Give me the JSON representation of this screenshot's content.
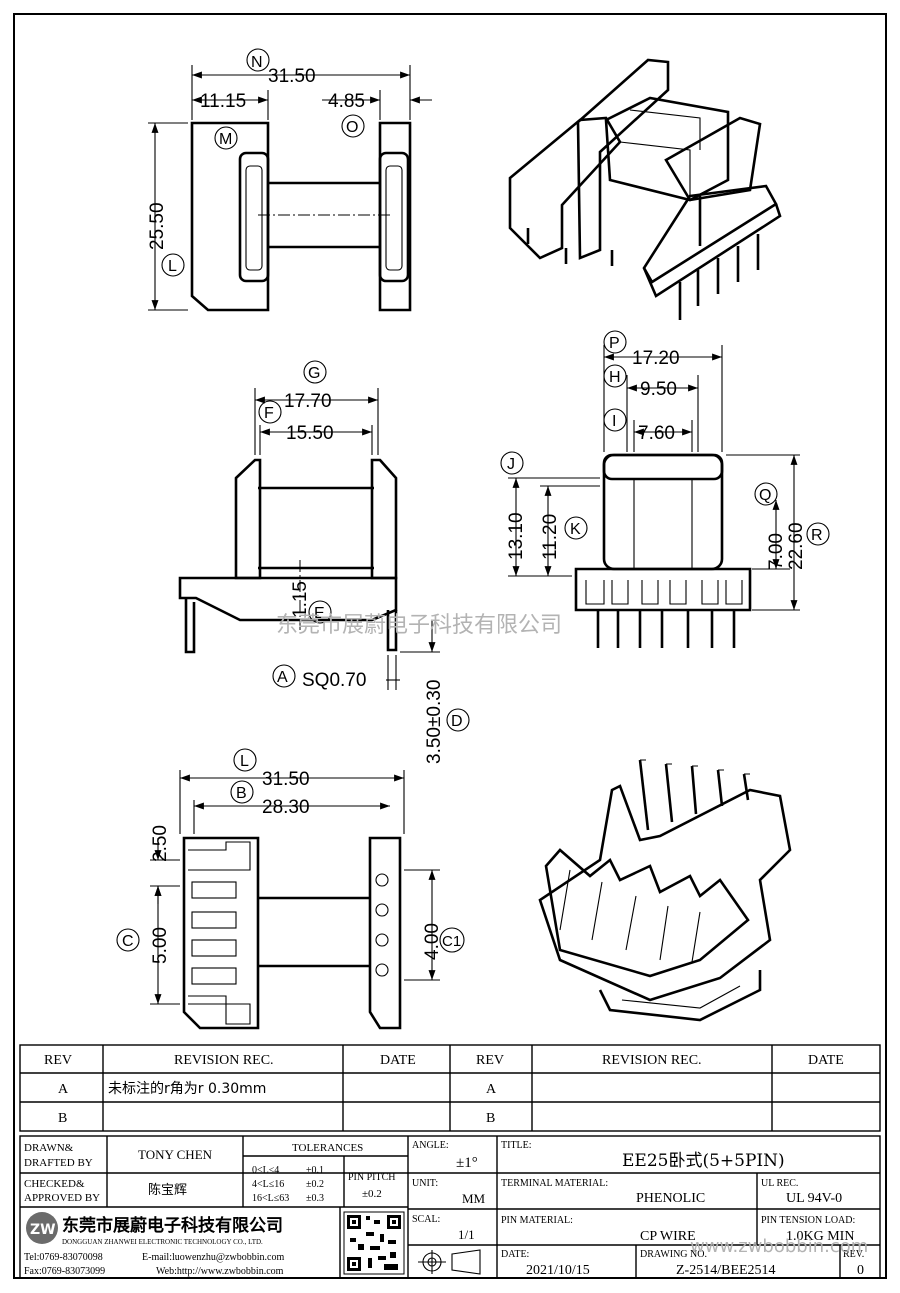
{
  "drawing": {
    "callouts": {
      "N": "N",
      "M": "M",
      "O": "O",
      "L_top": "L",
      "G": "G",
      "F": "F",
      "E": "E",
      "A": "A",
      "D": "D",
      "P": "P",
      "H": "H",
      "I": "I",
      "J": "J",
      "K": "K",
      "Q": "Q",
      "R": "R",
      "L_bottom": "L",
      "B": "B",
      "C": "C",
      "C1": "C1"
    },
    "dims": {
      "N": "31.50",
      "M": "11.15",
      "O": "4.85",
      "L_top": "25.50",
      "G": "17.70",
      "F": "15.50",
      "E": "1.15",
      "A": "SQ0.70",
      "D": "3.50±0.30",
      "P": "17.20",
      "H": "9.50",
      "I": "7.60",
      "J": "13.10",
      "K": "11.20",
      "Q": "7.00",
      "R": "22.60",
      "L_bottom": "31.50",
      "B": "28.30",
      "C_top": "2.50",
      "C": "5.00",
      "C1": "4.00"
    },
    "watermark": "东莞市展蔚电子科技有限公司"
  },
  "revision_table": {
    "headers": [
      "REV",
      "REVISION REC.",
      "DATE",
      "REV",
      "REVISION REC.",
      "DATE"
    ],
    "rows": [
      [
        "A",
        "未标注的r角为r 0.30mm",
        "",
        "A",
        "",
        ""
      ],
      [
        "B",
        "",
        "",
        "B",
        "",
        ""
      ]
    ]
  },
  "title_block": {
    "drawn_label": "DRAWN&\nDRAFTED BY",
    "drawn_value": "TONY CHEN",
    "checked_label": "CHECKED&\nAPPROVED BY",
    "checked_value": "陈宝辉",
    "tolerances_label": "TOLERANCES",
    "tolerance_rows": [
      [
        "0<L≤4",
        "±0.1"
      ],
      [
        "4<L≤16",
        "±0.2"
      ],
      [
        "16<L≤63",
        "±0.3"
      ]
    ],
    "pin_pitch_label": "PIN PITCH",
    "pin_pitch_value": "±0.2",
    "angle_label": "ANGLE:",
    "angle_value": "±1°",
    "unit_label": "UNIT:",
    "unit_value": "MM",
    "scale_label": "SCAL:",
    "scale_value": "1/1",
    "title_label": "TITLE:",
    "title_value": "EE25卧式(5+5PIN)",
    "terminal_label": "TERMINAL MATERIAL:",
    "terminal_value": "PHENOLIC",
    "ul_label": "UL REC.",
    "ul_value": "UL 94V-0",
    "pin_material_label": "PIN MATERIAL:",
    "pin_material_value": "CP WIRE",
    "pin_tension_label": "PIN TENSION LOAD:",
    "pin_tension_value": "1.0KG MIN",
    "date_label": "DATE:",
    "date_value": "2021/10/15",
    "drawing_no_label": "DRAWING NO.",
    "drawing_no_value": "Z-2514/BEE2514",
    "rev_label": "REV.",
    "rev_value": "0",
    "company_cn": "东莞市展蔚电子科技有限公司",
    "company_en": "DONGGUAN ZHANWEI ELECTRONIC TECHNOLOGY CO., LTD.",
    "tel": "Tel:0769-83070098",
    "email": "E-mail:luowenzhu@zwbobbin.com",
    "fax": "Fax:0769-83073099",
    "web": "Web:http://www.zwbobbin.com",
    "logo_text": "ZW",
    "site_watermark": "www.zwbobbin.com"
  }
}
